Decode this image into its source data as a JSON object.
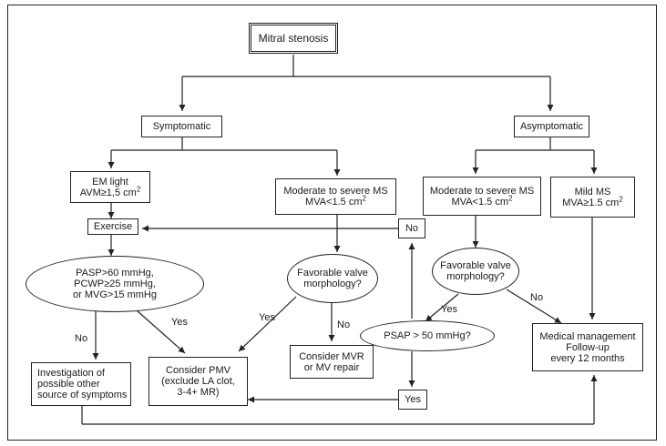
{
  "nodes": {
    "root": "Mitral stenosis",
    "symptomatic": "Symptomatic",
    "asymptomatic": "Asymptomatic",
    "em_light": {
      "line1": "EM light",
      "line2": "AVM≥1,5 cm",
      "sup": "2"
    },
    "mod_sev_ms_left": {
      "line1": "Moderate to severe MS",
      "line2": "MVA<1.5 cm",
      "sup": "2"
    },
    "mod_sev_ms_right": {
      "line1": "Moderate to severe MS",
      "line2": "MVA<1.5 cm",
      "sup": "2"
    },
    "mild_ms": {
      "line1": "Mild MS",
      "line2": "MVA≥1.5 cm",
      "sup": "2"
    },
    "exercise": "Exercise",
    "pasp": {
      "line1": "PASP>60 mmHg,",
      "line2": "PCWP≥25 mmHg,",
      "line3": "or MVG>15 mmHg"
    },
    "favorable_left": {
      "line1": "Favorable valve",
      "line2": "morphology?"
    },
    "favorable_right": {
      "line1": "Favorable valve",
      "line2": "morphology?"
    },
    "psap": "PSAP > 50 mmHg?",
    "medical": {
      "line1": "Medical management",
      "line2": "Follow-up",
      "line3": "every 12 months"
    },
    "investigation": {
      "line1": "Investigation of",
      "line2": "possible other",
      "line3": "source of symptoms"
    },
    "consider_pmv": {
      "line1": "Consider PMV",
      "line2": "(exclude LA clot,",
      "line3": "3-4+ MR)"
    },
    "consider_mvr": {
      "line1": "Consider MVR",
      "line2": "or MV repair"
    },
    "no_box": "No",
    "yes_box": "Yes"
  },
  "labels": {
    "no_pasp": "No",
    "yes_pasp": "Yes",
    "yes_fav_left": "Yes",
    "no_fav_left": "No",
    "yes_fav_right": "Yes",
    "no_fav_right": "No"
  }
}
